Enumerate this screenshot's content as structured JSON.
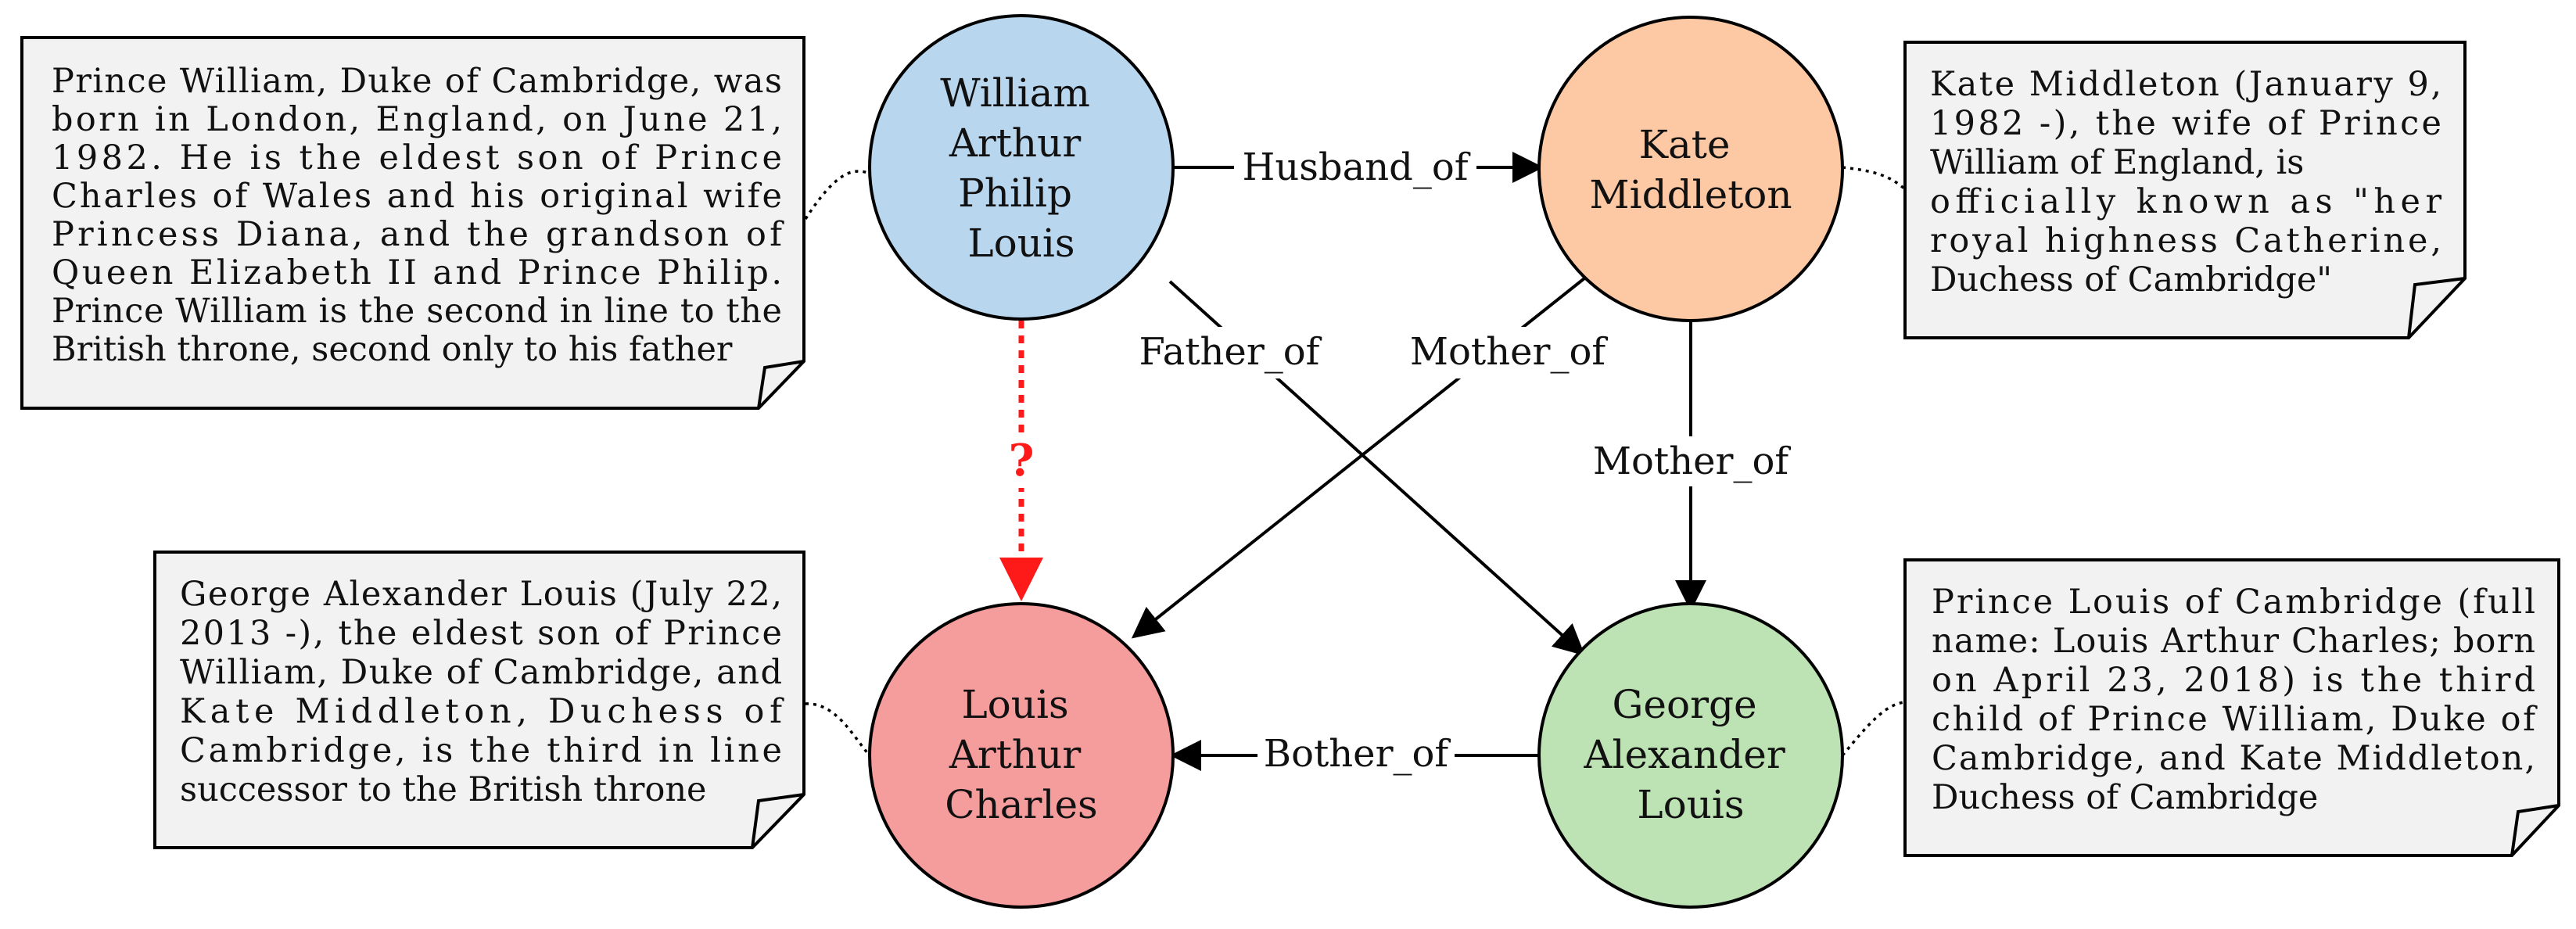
{
  "nodes": {
    "william": {
      "lines": [
        "William",
        "Arthur",
        "Philip",
        "Louis"
      ],
      "fill": "#b8d6ee"
    },
    "kate": {
      "lines": [
        "Kate",
        "Middleton"
      ],
      "fill": "#fdc9a4"
    },
    "louis": {
      "lines": [
        "Louis",
        "Arthur",
        "Charles"
      ],
      "fill": "#f59c9c"
    },
    "george": {
      "lines": [
        "George",
        "Alexander",
        "Louis"
      ],
      "fill": "#bde2b3"
    }
  },
  "edges": {
    "husband_of": "Husband_of",
    "father_of": "Father_of",
    "mother_of_louis": "Mother_of",
    "mother_of_george": "Mother_of",
    "brother_of": "Bother_of",
    "unknown_relation": "?"
  },
  "colors": {
    "note_fill": "#f2f2f2",
    "stroke": "#000000",
    "unknown_edge": "#ff1a1a"
  },
  "notes": {
    "william": [
      "Prince William, Duke of Cambridge, was",
      "born in London, England, on June 21,",
      "1982. He is the eldest son of Prince",
      "Charles of Wales and his original wife",
      "Princess Diana, and the grandson of",
      "Queen Elizabeth II and Prince Philip.",
      "Prince William is the second in line to the",
      "British throne, second only to his father"
    ],
    "kate": [
      "Kate Middleton (January 9,",
      "1982 -), the wife of Prince",
      "William of England, is",
      "officially known as \"her",
      "royal highness Catherine,",
      "Duchess of Cambridge\""
    ],
    "george": [
      "George Alexander Louis (July 22,",
      "2013 -), the eldest son of Prince",
      "William, Duke of Cambridge, and",
      "Kate Middleton, Duchess of",
      "Cambridge, is the third in line",
      "successor to the British throne"
    ],
    "louis": [
      "Prince Louis of Cambridge (full",
      "name: Louis Arthur Charles; born",
      "on April 23, 2018) is the third",
      "child of Prince William, Duke of",
      "Cambridge, and Kate Middleton,",
      "Duchess of Cambridge"
    ]
  }
}
